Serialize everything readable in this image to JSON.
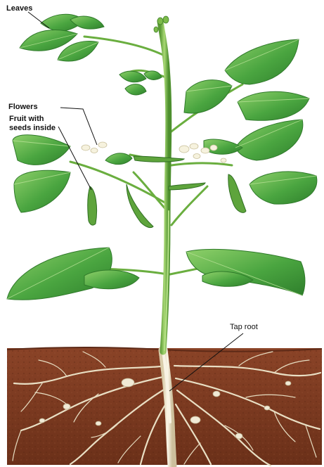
{
  "labels": {
    "leaves": "Leaves",
    "flowers": "Flowers",
    "fruit": "Fruit with\nseeds inside",
    "tap_root": "Tap root"
  },
  "colors": {
    "background": "#ffffff",
    "soil": "#7a3a22",
    "soil_dark": "#5e2a17",
    "root": "#efe6d0",
    "root_shade": "#cbbf9f",
    "leaf": "#3f9a3c",
    "leaf_light": "#7cc65b",
    "leaf_vein": "#a9db8a",
    "stem": "#7dbb4a",
    "stem_dark": "#4d8f2e",
    "flower": "#f4f1dc",
    "pod": "#5ea43c",
    "leader_line": "#111111"
  }
}
